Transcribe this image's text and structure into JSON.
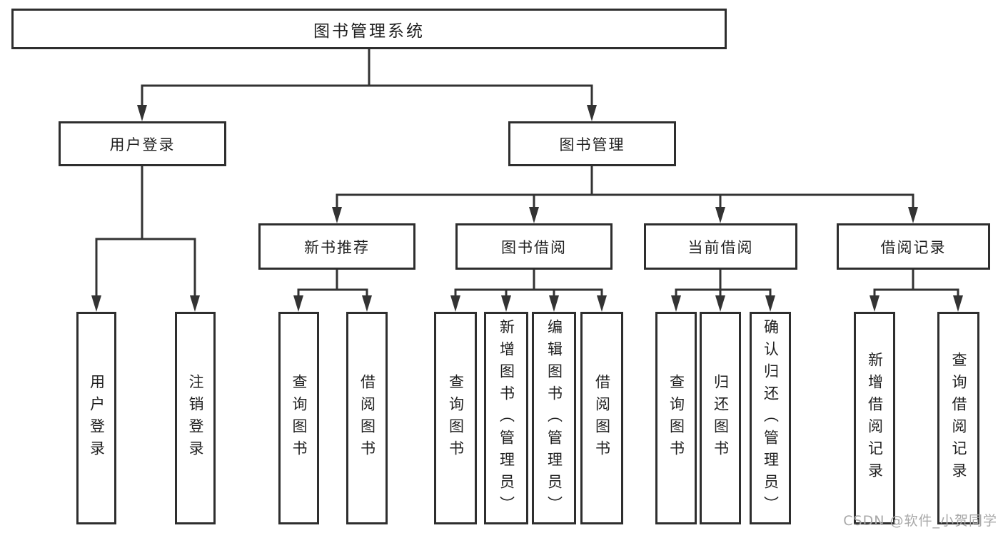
{
  "diagram_type": "hierarchy-tree",
  "tree": {
    "root": {
      "label": "图书管理系统",
      "children": [
        {
          "label": "用户登录",
          "children": [
            {
              "label": "用户登录"
            },
            {
              "label": "注销登录"
            }
          ]
        },
        {
          "label": "图书管理",
          "children": [
            {
              "label": "新书推荐",
              "children": [
                {
                  "label": "查询图书"
                },
                {
                  "label": "借阅图书"
                }
              ]
            },
            {
              "label": "图书借阅",
              "children": [
                {
                  "label": "查询图书"
                },
                {
                  "label": "新增图书（管理员）"
                },
                {
                  "label": "编辑图书（管理员）"
                },
                {
                  "label": "借阅图书"
                }
              ]
            },
            {
              "label": "当前借阅",
              "children": [
                {
                  "label": "查询图书"
                },
                {
                  "label": "归还图书"
                },
                {
                  "label": "确认归还（管理员）"
                }
              ]
            },
            {
              "label": "借阅记录",
              "children": [
                {
                  "label": "新增借阅记录"
                },
                {
                  "label": "查询借阅记录"
                }
              ]
            }
          ]
        }
      ]
    }
  },
  "watermark": {
    "text": "CSDN @软件_小贺同学"
  },
  "colors": {
    "background": "#ffffff",
    "line": "#333333",
    "box_border": "#2e2e2e",
    "text": "#1f1f1f",
    "watermark": "#a8a8a8"
  }
}
